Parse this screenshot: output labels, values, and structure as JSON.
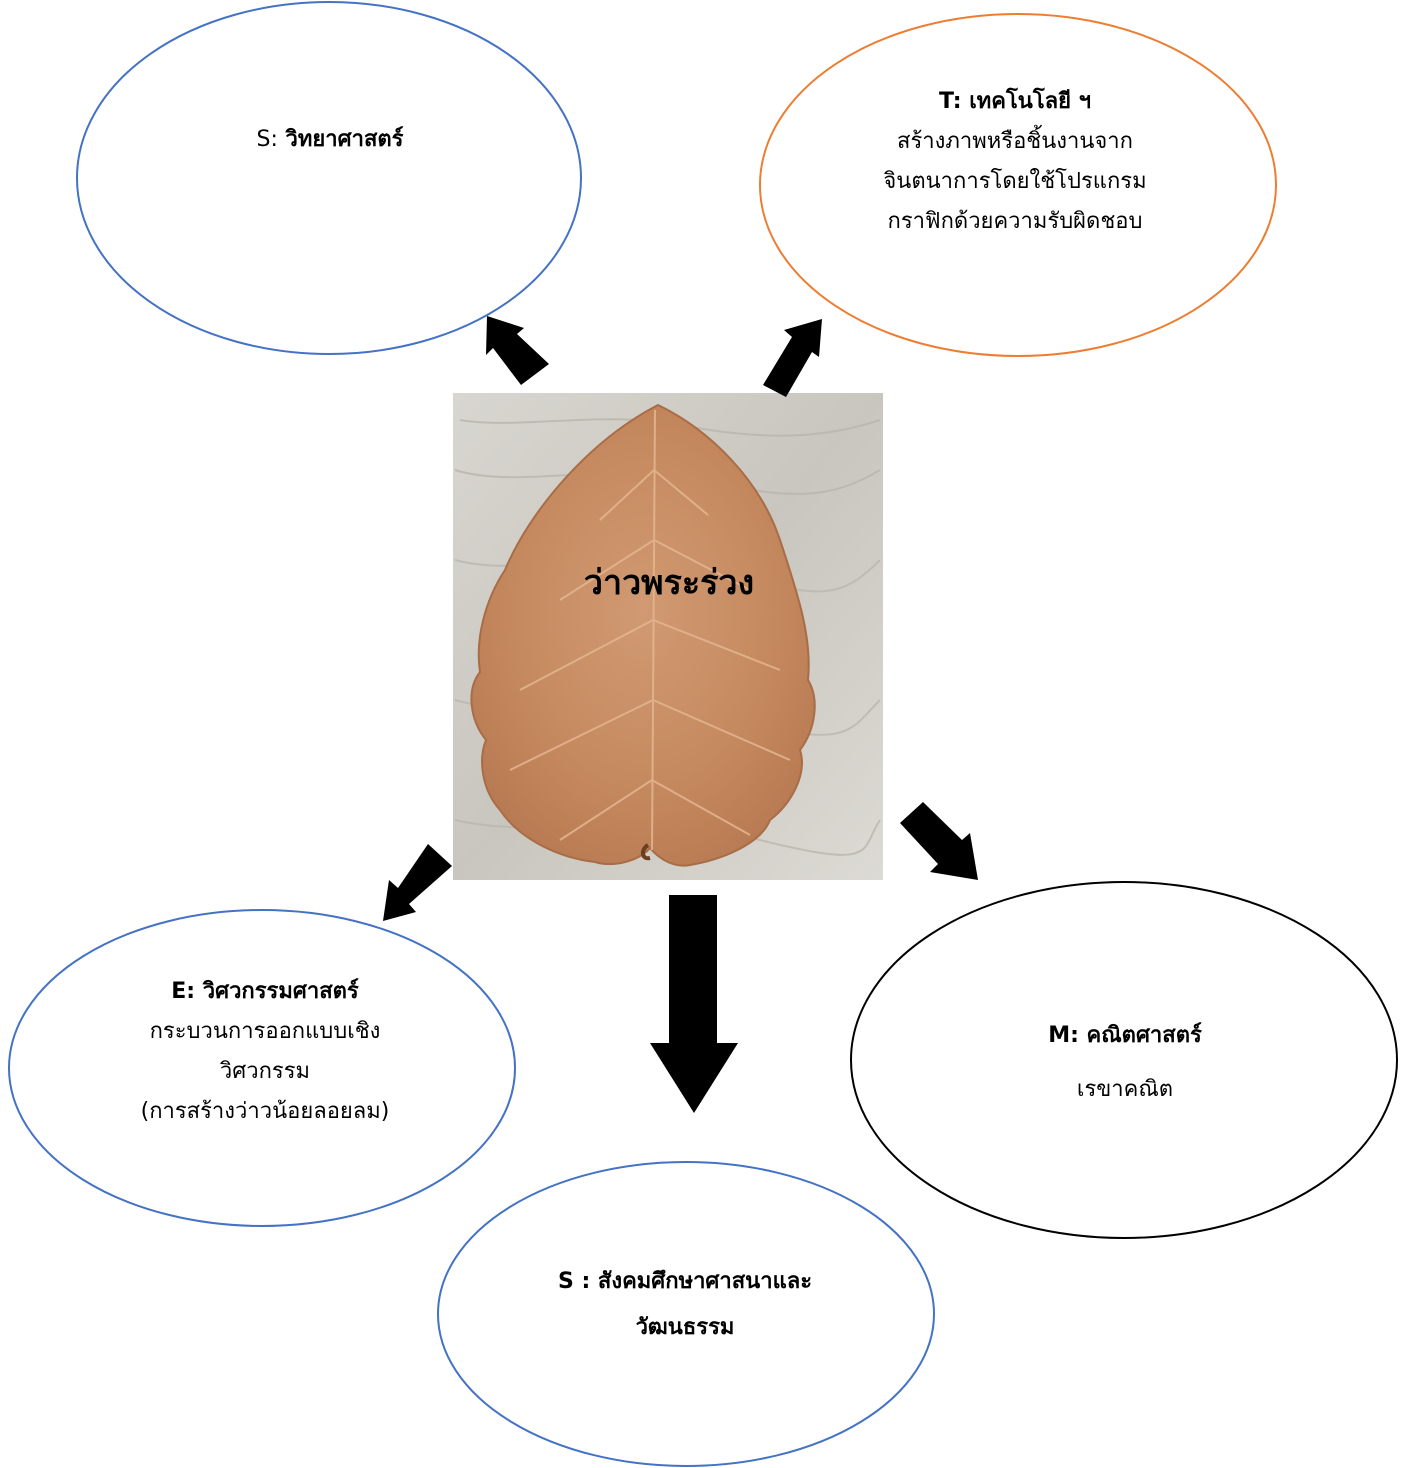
{
  "center": {
    "label": "ว่าวพระร่วง",
    "image_icon": "dry-leaf-photo"
  },
  "nodes": {
    "science": {
      "prefix": "S:",
      "title": "วิทยาศาสตร์",
      "border_color": "#4472C4"
    },
    "technology": {
      "title": "T: เทคโนโลยี ฯ",
      "lines": [
        "สร้างภาพหรือชิ้นงานจาก",
        "จินตนาการโดยใช้โปรแกรม",
        "กราฟิกด้วยความรับผิดชอบ"
      ],
      "border_color": "#ED7D31"
    },
    "engineering": {
      "title": "E: วิศวกรรมศาสตร์",
      "lines": [
        "กระบวนการออกแบบเชิง",
        "วิศวกรรม",
        "(การสร้างว่าวน้อยลอยลม)"
      ],
      "border_color": "#4472C4"
    },
    "social": {
      "title_line1": "S : สังคมศึกษาศาสนาและ",
      "title_line2": "วัฒนธรรม",
      "border_color": "#4472C4"
    },
    "math": {
      "title": "M: คณิตศาสตร์",
      "lines": [
        "เรขาคณิต"
      ],
      "border_color": "#000000"
    }
  },
  "arrow_color": "#000000"
}
